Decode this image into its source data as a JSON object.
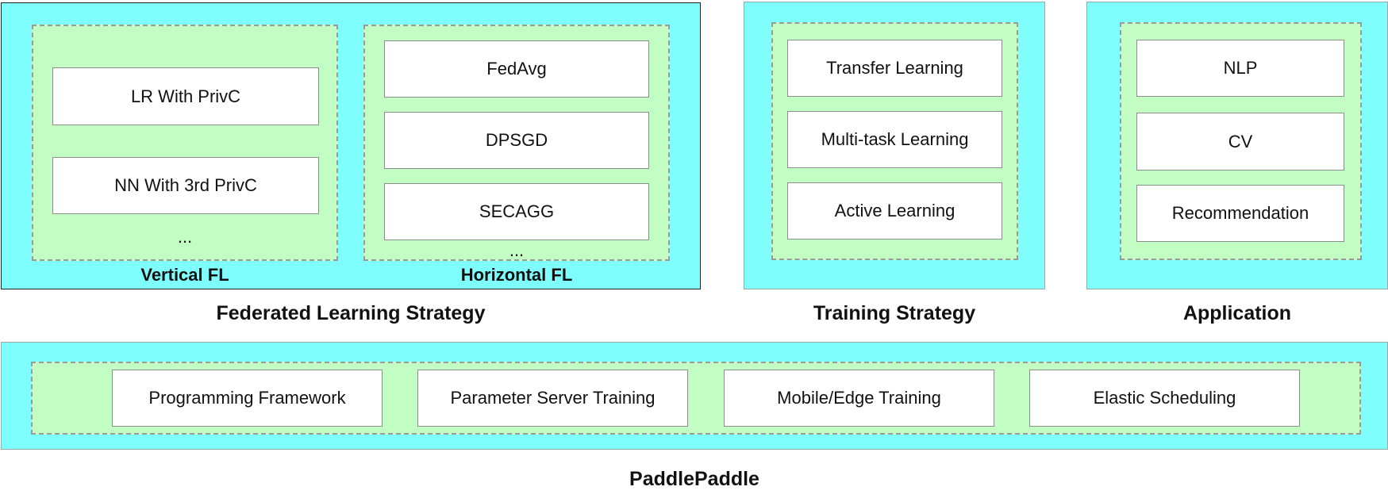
{
  "federated_learning": {
    "title": "Federated Learning Strategy",
    "vertical": {
      "label": "Vertical FL",
      "items": [
        "LR With PrivC",
        "NN With 3rd PrivC"
      ],
      "more": "..."
    },
    "horizontal": {
      "label": "Horizontal FL",
      "items": [
        "FedAvg",
        "DPSGD",
        "SECAGG"
      ],
      "more": "..."
    }
  },
  "training_strategy": {
    "title": "Training Strategy",
    "items": [
      "Transfer Learning",
      "Multi-task Learning",
      "Active Learning"
    ]
  },
  "application": {
    "title": "Application",
    "items": [
      "NLP",
      "CV",
      "Recommendation"
    ]
  },
  "paddlepaddle": {
    "title": "PaddlePaddle",
    "items": [
      "Programming Framework",
      "Parameter Server Training",
      "Mobile/Edge Training",
      "Elastic Scheduling"
    ]
  },
  "colors": {
    "outer_fill": "#7ffefe",
    "inner_fill": "#c2fdc4",
    "box_fill": "#ffffff",
    "dash_border": "#9a9a9a"
  }
}
